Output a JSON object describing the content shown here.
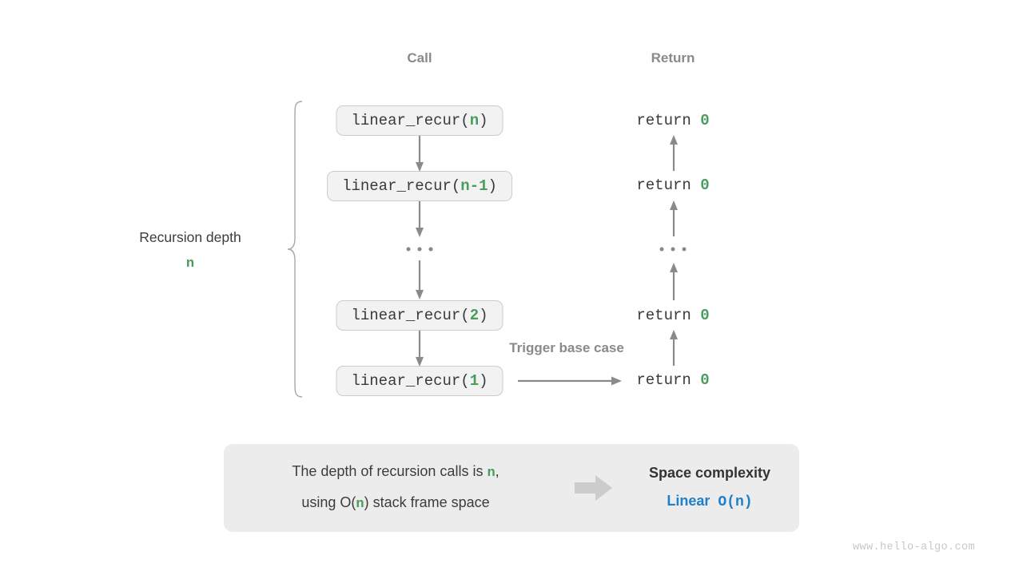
{
  "headers": {
    "call": "Call",
    "return": "Return"
  },
  "colors": {
    "accent_green": "#4a9c5d",
    "accent_blue": "#1f80c8",
    "box_fill": "#f2f2f2",
    "box_border": "#cccccc",
    "arrow": "#8a8a8a",
    "panel_bg": "#ececec",
    "text_dark": "#3a3a3a",
    "text_muted": "#8a8a8a"
  },
  "call_stack": [
    {
      "prefix": "linear_recur(",
      "arg": "n",
      "suffix": ")"
    },
    {
      "prefix": "linear_recur(",
      "arg": "n-1",
      "suffix": ")"
    },
    {
      "ellipsis": "..."
    },
    {
      "prefix": "linear_recur(",
      "arg": "2",
      "suffix": ")"
    },
    {
      "prefix": "linear_recur(",
      "arg": "1",
      "suffix": ")"
    }
  ],
  "return_stack": [
    {
      "keyword": "return",
      "value": "0"
    },
    {
      "keyword": "return",
      "value": "0"
    },
    {
      "ellipsis": "..."
    },
    {
      "keyword": "return",
      "value": "0"
    },
    {
      "keyword": "return",
      "value": "0"
    }
  ],
  "depth_annotation": {
    "title": "Recursion depth",
    "variable": "n"
  },
  "trigger_note": "Trigger base case",
  "summary": {
    "line1_before": "The depth of recursion calls is ",
    "line1_var": "n",
    "line1_after": ",",
    "line2_before": "using O(",
    "line2_var": "n",
    "line2_after": ") stack frame space",
    "complexity_title": "Space complexity",
    "complexity_label": "Linear",
    "complexity_notation": "O(n)"
  },
  "watermark": "www.hello-algo.com"
}
